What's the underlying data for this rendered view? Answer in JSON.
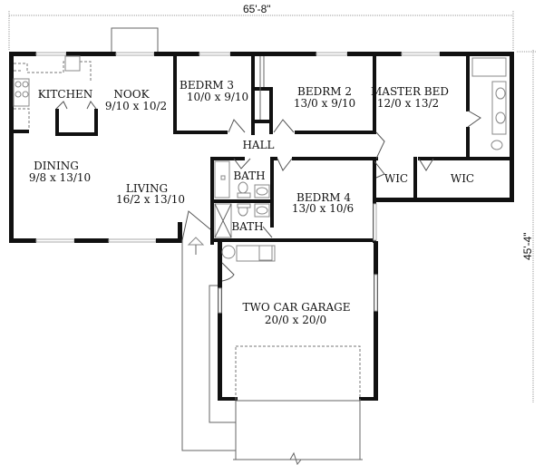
{
  "dimensions": {
    "width": "65'-8\"",
    "depth": "45'-4\""
  },
  "rooms": [
    {
      "id": "kitchen",
      "name": "KITCHEN",
      "size": ""
    },
    {
      "id": "nook",
      "name": "NOOK",
      "size": "9/10 x 10/2"
    },
    {
      "id": "bedrm3",
      "name": "BEDRM 3",
      "size": "10/0 x 9/10"
    },
    {
      "id": "bedrm2",
      "name": "BEDRM 2",
      "size": "13/0 x 9/10"
    },
    {
      "id": "master",
      "name": "MASTER BED",
      "size": "12/0 x 13/2"
    },
    {
      "id": "hall",
      "name": "HALL",
      "size": ""
    },
    {
      "id": "dining",
      "name": "DINING",
      "size": "9/8 x 13/10"
    },
    {
      "id": "living",
      "name": "LIVING",
      "size": "16/2 x 13/10"
    },
    {
      "id": "bath1",
      "name": "BATH",
      "size": ""
    },
    {
      "id": "bath2",
      "name": "BATH",
      "size": ""
    },
    {
      "id": "bedrm4",
      "name": "BEDRM 4",
      "size": "13/0 x 10/6"
    },
    {
      "id": "wic1",
      "name": "WIC",
      "size": ""
    },
    {
      "id": "wic2",
      "name": "WIC",
      "size": ""
    },
    {
      "id": "garage",
      "name": "TWO CAR GARAGE",
      "size": "20/0 x 20/0"
    }
  ]
}
